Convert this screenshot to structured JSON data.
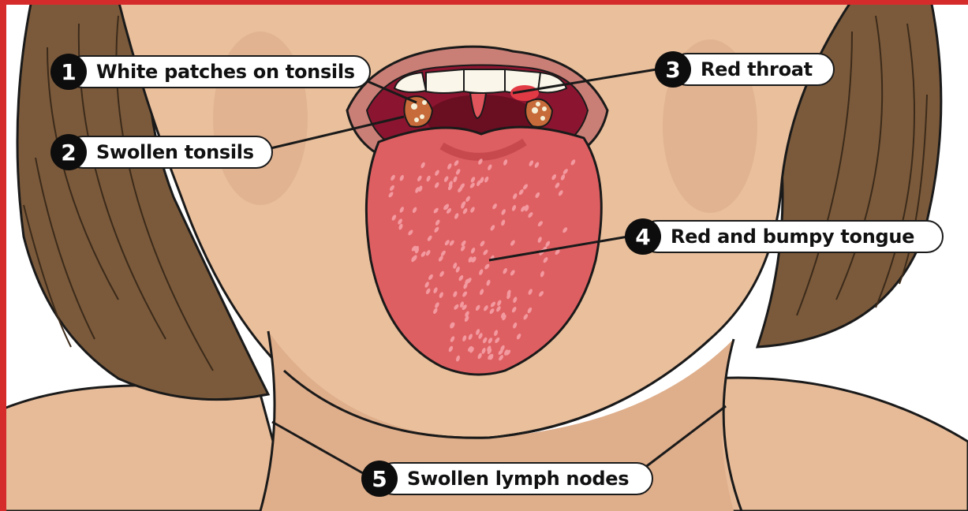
{
  "colors": {
    "frame": "#d62b2b",
    "skin": "#e9bf9c",
    "skin_shade": "#d5a482",
    "hair": "#7b5a3b",
    "lips": "#c97f76",
    "tongue": "#de5f62",
    "throat": "#8b1530",
    "line": "#1a1a1a"
  },
  "callouts": [
    {
      "number": "1",
      "label": "White patches on tonsils"
    },
    {
      "number": "2",
      "label": "Swollen tonsils"
    },
    {
      "number": "3",
      "label": "Red throat"
    },
    {
      "number": "4",
      "label": "Red and bumpy tongue"
    },
    {
      "number": "5",
      "label": "Swollen lymph nodes"
    }
  ]
}
